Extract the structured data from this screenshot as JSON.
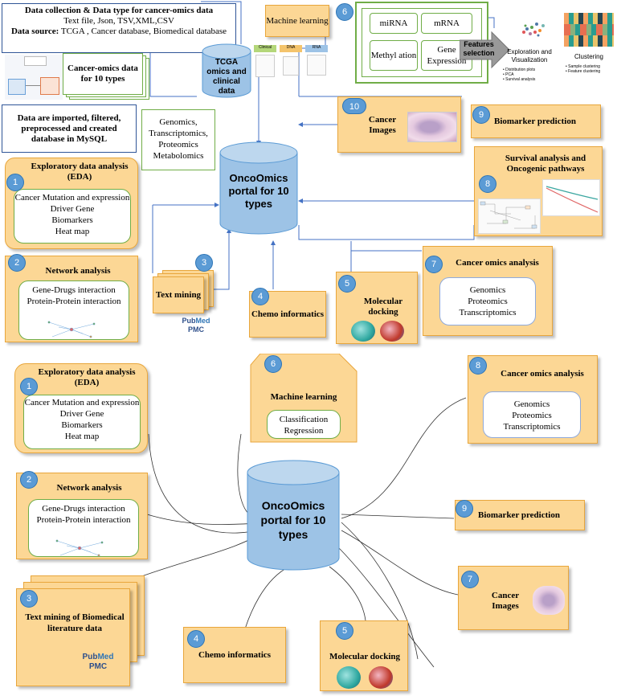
{
  "top": {
    "data_collection": {
      "title": "Data collection & Data type for cancer-omics data",
      "line1": "Text file, Json, TSV,XML,CSV",
      "source_label": "Data source:",
      "source_value": "TCGA ,  Cancer database, Biomedical database"
    },
    "cancer_omics_data": "Cancer-omics data for 10 types",
    "imported": "Data are imported, filtered, preprocessed and created database in MySQL",
    "omics_list": [
      "Genomics,",
      "Transcriptomics,",
      "Proteomics",
      "Metabolomics"
    ],
    "tcga": "TCGA omics and clinical data",
    "tcga_tabs": [
      "Clinical",
      "DNA",
      "RNA"
    ],
    "ml": {
      "badge": "6",
      "label": "Machine learning"
    },
    "ml_cells": [
      "miRNA",
      "mRNA",
      "Methyl ation",
      "Gene Expression"
    ],
    "features_selection": "Features selection",
    "exploration": {
      "title": "Exploration and Visualization",
      "bullets": [
        "Distribution plots",
        "PCA",
        "Survival analysis"
      ]
    },
    "clustering": {
      "title": "Clustering",
      "bullets": [
        "Sample clustering",
        "Feature clustering"
      ]
    },
    "portal": "OncoOmics portal for 10 types",
    "eda": {
      "badge": "1",
      "title": "Exploratory data analysis (EDA)",
      "items": [
        "Cancer Mutation and expression",
        "Driver Gene",
        "Biomarkers",
        "Heat map"
      ]
    },
    "network": {
      "badge": "2",
      "title": "Network analysis",
      "items": [
        "Gene-Drugs interaction",
        "Protein-Protein interaction"
      ]
    },
    "text_mining": {
      "badge": "3",
      "label": "Text mining"
    },
    "chemo": {
      "badge": "4",
      "label": "Chemo informatics"
    },
    "docking": {
      "badge": "5",
      "label": "Molecular docking"
    },
    "cancer_omics": {
      "badge": "7",
      "title": "Cancer omics analysis",
      "items": [
        "Genomics",
        "Proteomics",
        "Transcriptomics"
      ]
    },
    "survival": {
      "badge": "8",
      "title": "Survival analysis and Oncogenic pathways"
    },
    "biomarker": {
      "badge": "9",
      "title": "Biomarker  prediction"
    },
    "images": {
      "badge": "10",
      "title": "Cancer Images"
    },
    "pubmed": {
      "pub": "Pub",
      "med": "Med",
      "pmc": "PMC"
    }
  },
  "bottom": {
    "portal": "OncoOmics portal for 10 types",
    "eda": {
      "badge": "1",
      "title": "Exploratory data analysis (EDA)",
      "items": [
        "Cancer Mutation and expression",
        "Driver Gene",
        "Biomarkers",
        "Heat map"
      ]
    },
    "network": {
      "badge": "2",
      "title": "Network analysis",
      "items": [
        "Gene-Drugs interaction",
        "Protein-Protein interaction"
      ]
    },
    "text_mining": {
      "badge": "3",
      "label": "Text mining of Biomedical literature data"
    },
    "chemo": {
      "badge": "4",
      "label": "Chemo informatics"
    },
    "docking": {
      "badge": "5",
      "label": "Molecular docking"
    },
    "ml": {
      "badge": "6",
      "title": "Machine learning",
      "items": [
        "Classification",
        "Regression"
      ]
    },
    "images": {
      "badge": "7",
      "title": "Cancer Images"
    },
    "cancer_omics": {
      "badge": "8",
      "title": "Cancer omics analysis",
      "items": [
        "Genomics",
        "Proteomics",
        "Transcriptomics"
      ]
    },
    "biomarker": {
      "badge": "9",
      "title": "Biomarker  prediction"
    },
    "pubmed": {
      "pub": "Pub",
      "med": "Med",
      "pmc": "PMC"
    }
  },
  "colors": {
    "orange_fill": "#fcd795",
    "orange_border": "#e8a63c",
    "badge_blue": "#5b9bd5",
    "cylinder_blue": "#9dc3e6",
    "green_border": "#70ad47",
    "dark_blue_border": "#2f5597"
  }
}
